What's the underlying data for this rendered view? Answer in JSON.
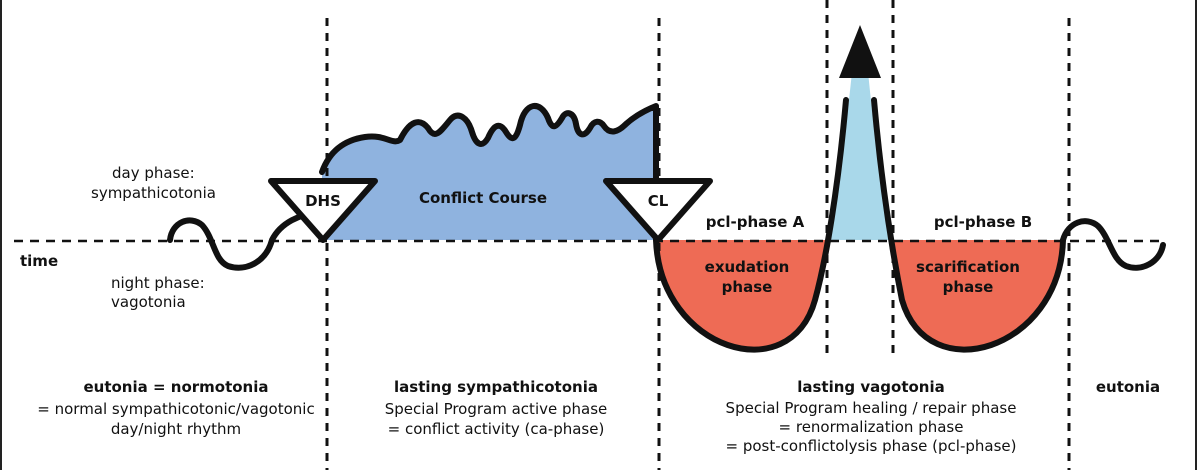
{
  "left": {
    "day_label": "day phase:",
    "day_sub": "sympathicotonia",
    "night_label": "night phase:",
    "night_sub": "vagotonia",
    "time_label": "time"
  },
  "markers": {
    "dhs": "DHS",
    "cl": "CL"
  },
  "phases": {
    "conflict": "Conflict Course",
    "pcl_a": "pcl-phase A",
    "pcl_b": "pcl-phase B",
    "exudation_1": "exudation",
    "exudation_2": "phase",
    "scarification_1": "scarification",
    "scarification_2": "phase"
  },
  "columns": {
    "col1": {
      "title": "eutonia = normotonia",
      "line1": "= normal sympathicotonic/vagotonic",
      "line2": "day/night rhythm"
    },
    "col2": {
      "title": "lasting sympathicotonia",
      "line1": "Special Program active phase",
      "line2": "= conflict activity (ca-phase)"
    },
    "col3": {
      "title": "lasting vagotonia",
      "line1": "Special Program healing / repair phase",
      "line2": "= renormalization phase",
      "line3": "= post-conflictolysis phase (pcl-phase)"
    },
    "col4": {
      "title": "eutonia"
    }
  },
  "colors": {
    "conflict_fill": "#8fb3df",
    "healing_fill": "#ee6b55",
    "crisis_fill": "#a9d8ea",
    "line": "#111111"
  }
}
